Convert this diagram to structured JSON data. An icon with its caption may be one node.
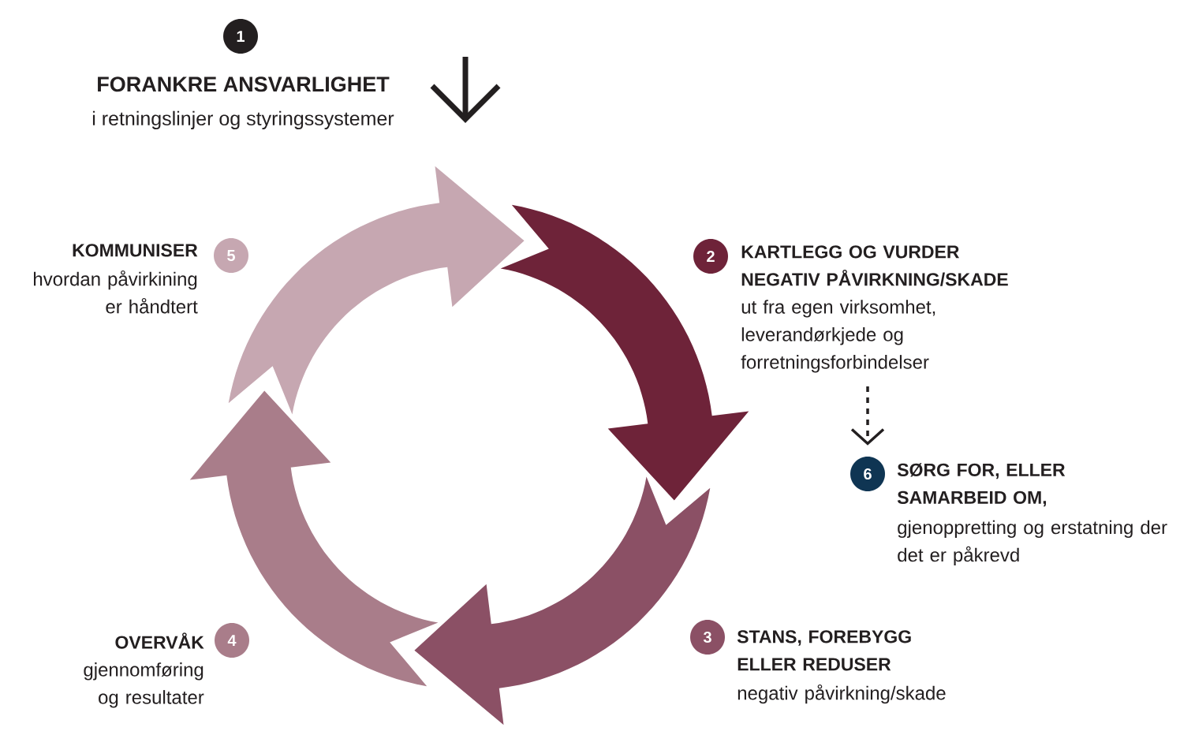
{
  "diagram": {
    "nodes": [
      {
        "text": [
          "1"
        ],
        "beside": [
          "FORANKRE ANSVARLIGHET",
          "i retningslinjer og styringssystemer"
        ]
      },
      {
        "text": [
          "2"
        ],
        "beside": [
          "KARTLEGG OG VURDER NEGATIV PÅVIRKNING/SKADE",
          "ut fra egen virksomhet, leverandørkjede og forretningsforbindelser"
        ]
      },
      {
        "text": [
          "3"
        ],
        "beside": [
          "STANS, FOREBYGG ELLER REDUSER",
          "negativ påvirkning/skade"
        ]
      },
      {
        "text": [
          "4"
        ],
        "beside": [
          "OVERVÅK",
          "gjennomføring og resultater"
        ]
      },
      {
        "text": [
          "5"
        ],
        "beside": [
          "KOMMUNISER",
          "hvordan påvirkining er håndtert"
        ]
      },
      {
        "text": [
          "6"
        ],
        "beside": [
          "SØRG FOR, ELLER SAMARBEID OM,",
          "gjenoppretting og erstatning der det er påkrevd"
        ]
      }
    ],
    "edges": [
      {
        "from": 1,
        "to": 5,
        "arrow": "to",
        "style": "dashed"
      }
    ]
  }
}
